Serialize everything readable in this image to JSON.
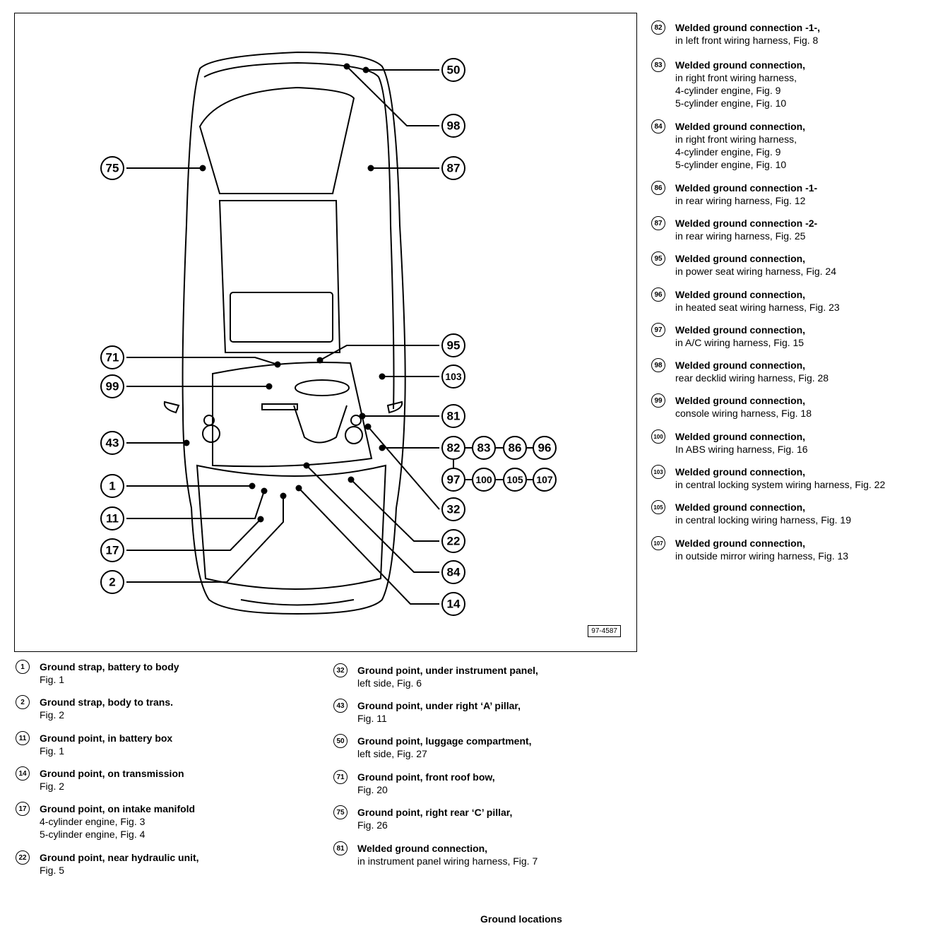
{
  "figure_id": "97-4587",
  "caption": "Ground locations",
  "callouts": [
    "50",
    "98",
    "87",
    "75",
    "95",
    "71",
    "103",
    "99",
    "81",
    "43",
    "82",
    "83",
    "86",
    "96",
    "97",
    "100",
    "105",
    "107",
    "1",
    "32",
    "11",
    "22",
    "17",
    "84",
    "2",
    "14"
  ],
  "legend_left": [
    {
      "num": "1",
      "title": "Ground strap, battery to body",
      "desc": [
        "Fig. 1"
      ]
    },
    {
      "num": "2",
      "title": "Ground strap, body to trans.",
      "desc": [
        "Fig. 2"
      ]
    },
    {
      "num": "11",
      "title": "Ground point, in battery box",
      "desc": [
        "Fig. 1"
      ]
    },
    {
      "num": "14",
      "title": "Ground point, on transmission",
      "desc": [
        "Fig. 2"
      ]
    },
    {
      "num": "17",
      "title": "Ground point, on intake manifold",
      "desc": [
        "4-cylinder engine, Fig. 3",
        "5-cylinder engine, Fig. 4"
      ]
    },
    {
      "num": "22",
      "title": "Ground point, near hydraulic unit,",
      "desc": [
        "Fig. 5"
      ]
    }
  ],
  "legend_mid": [
    {
      "num": "32",
      "title": "Ground point, under instrument panel,",
      "desc": [
        "left side, Fig. 6"
      ]
    },
    {
      "num": "43",
      "title": "Ground point, under right ‘A’ pillar,",
      "desc": [
        "Fig. 11"
      ]
    },
    {
      "num": "50",
      "title": "Ground point, luggage compartment,",
      "desc": [
        "left side, Fig. 27"
      ]
    },
    {
      "num": "71",
      "title": "Ground point, front roof bow,",
      "desc": [
        "Fig. 20"
      ]
    },
    {
      "num": "75",
      "title": "Ground point, right rear ‘C’ pillar,",
      "desc": [
        "Fig. 26"
      ]
    },
    {
      "num": "81",
      "title": "Welded ground connection,",
      "desc": [
        "in instrument panel wiring harness, Fig. 7"
      ]
    }
  ],
  "legend_right": [
    {
      "num": "82",
      "title": "Welded ground connection -1-,",
      "desc": [
        "in left front wiring harness, Fig. 8"
      ]
    },
    {
      "num": "83",
      "title": "Welded ground connection,",
      "desc": [
        "in right front wiring harness,",
        "4-cylinder engine, Fig. 9",
        "5-cylinder engine, Fig. 10"
      ]
    },
    {
      "num": "84",
      "title": "Welded ground connection,",
      "desc": [
        "in right front wiring harness,",
        "4-cylinder engine, Fig. 9",
        "5-cylinder engine, Fig. 10"
      ]
    },
    {
      "num": "86",
      "title": "Welded ground connection -1-",
      "desc": [
        "in rear wiring harness, Fig. 12"
      ]
    },
    {
      "num": "87",
      "title": "Welded ground connection -2-",
      "desc": [
        "in rear wiring harness, Fig. 25"
      ]
    },
    {
      "num": "95",
      "title": "Welded ground connection,",
      "desc": [
        "in power seat wiring harness, Fig. 24"
      ]
    },
    {
      "num": "96",
      "title": "Welded ground connection,",
      "desc": [
        "in heated seat wiring harness, Fig. 23"
      ]
    },
    {
      "num": "97",
      "title": "Welded ground connection,",
      "desc": [
        "in A/C wiring harness, Fig. 15"
      ]
    },
    {
      "num": "98",
      "title": "Welded ground connection,",
      "desc": [
        "rear decklid wiring harness, Fig. 28"
      ]
    },
    {
      "num": "99",
      "title": "Welded ground connection,",
      "desc": [
        "console wiring harness, Fig. 18"
      ]
    },
    {
      "num": "100",
      "title": "Welded ground connection,",
      "desc": [
        "In ABS wiring harness, Fig. 16"
      ]
    },
    {
      "num": "103",
      "title": "Welded ground connection,",
      "desc": [
        "in central locking system wiring harness, Fig. 22"
      ]
    },
    {
      "num": "105",
      "title": "Welded ground connection,",
      "desc": [
        "in central locking wiring harness, Fig. 19"
      ]
    },
    {
      "num": "107",
      "title": "Welded ground connection,",
      "desc": [
        "in outside mirror wiring harness, Fig. 13"
      ]
    }
  ]
}
